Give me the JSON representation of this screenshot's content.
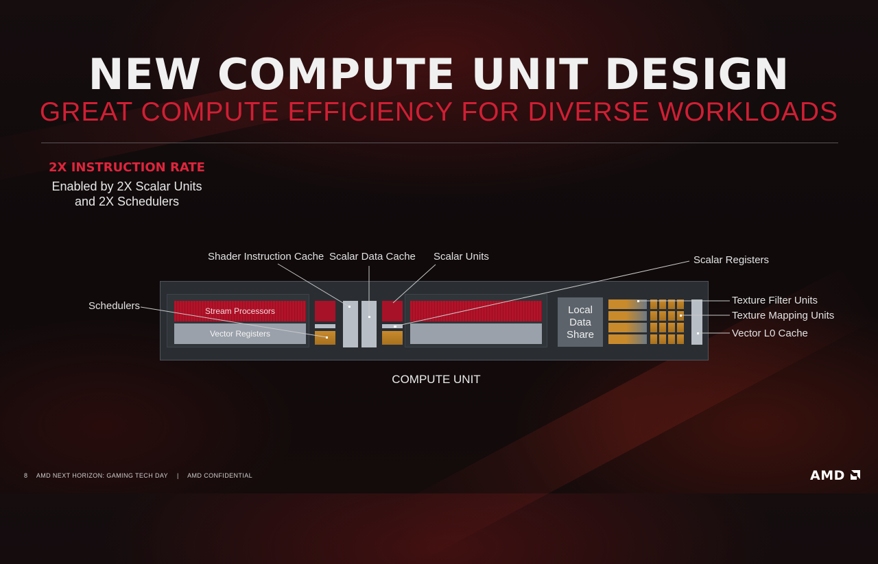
{
  "slide": {
    "title": "NEW COMPUTE UNIT DESIGN",
    "subtitle": "GREAT COMPUTE EFFICIENCY FOR DIVERSE WORKLOADS"
  },
  "callout": {
    "heading": "2X INSTRUCTION RATE",
    "line1": "Enabled by 2X Scalar Units",
    "line2": "and 2X Schedulers"
  },
  "diagram": {
    "caption": "COMPUTE UNIT",
    "blocks": {
      "stream_processors": "Stream Processors",
      "vector_registers": "Vector Registers",
      "local_data_share": [
        "Local",
        "Data",
        "Share"
      ]
    },
    "labels": {
      "shader_instruction_cache": "Shader Instruction Cache",
      "scalar_data_cache": "Scalar Data Cache",
      "scalar_units": "Scalar Units",
      "scalar_registers": "Scalar Registers",
      "schedulers": "Schedulers",
      "texture_filter_units": "Texture Filter Units",
      "texture_mapping_units": "Texture Mapping Units",
      "vector_l0_cache": "Vector L0 Cache"
    }
  },
  "footer": {
    "page_number": "8",
    "event": "AMD NEXT HORIZON: GAMING TECH DAY",
    "separator": "|",
    "classification": "AMD CONFIDENTIAL"
  },
  "logo": {
    "text": "AMD"
  }
}
